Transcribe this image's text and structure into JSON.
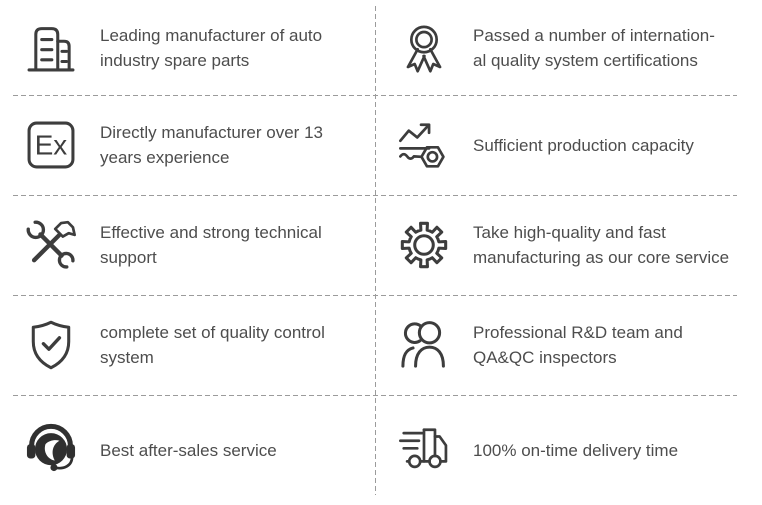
{
  "features": [
    {
      "icon": "factory-buildings-icon",
      "text": "Leading manufacturer of auto\nindustry spare parts"
    },
    {
      "icon": "award-medal-icon",
      "text": "Passed a number of internation-\nal quality system certifications"
    },
    {
      "icon": "experience-badge-icon",
      "icon_label": "Ex",
      "text": "Directly manufacturer over 13\nyears experience"
    },
    {
      "icon": "capacity-chart-icon",
      "text": "Sufficient production capacity"
    },
    {
      "icon": "wrench-hammer-icon",
      "text": "Effective and strong technical\nsupport"
    },
    {
      "icon": "gear-icon",
      "text": "Take high-quality and fast\nmanufacturing as our core service"
    },
    {
      "icon": "shield-check-icon",
      "text": "complete set of quality control\nsystem"
    },
    {
      "icon": "team-people-icon",
      "text": "Professional R&D team and\nQA&QC inspectors"
    },
    {
      "icon": "headset-support-icon",
      "text": "Best after-sales service"
    },
    {
      "icon": "delivery-truck-icon",
      "text": "100% on-time delivery time"
    }
  ],
  "colors": {
    "icon_stroke": "#3d3d3d",
    "text": "#4d4d4d",
    "divider": "#9b9b9b",
    "background": "#ffffff"
  }
}
